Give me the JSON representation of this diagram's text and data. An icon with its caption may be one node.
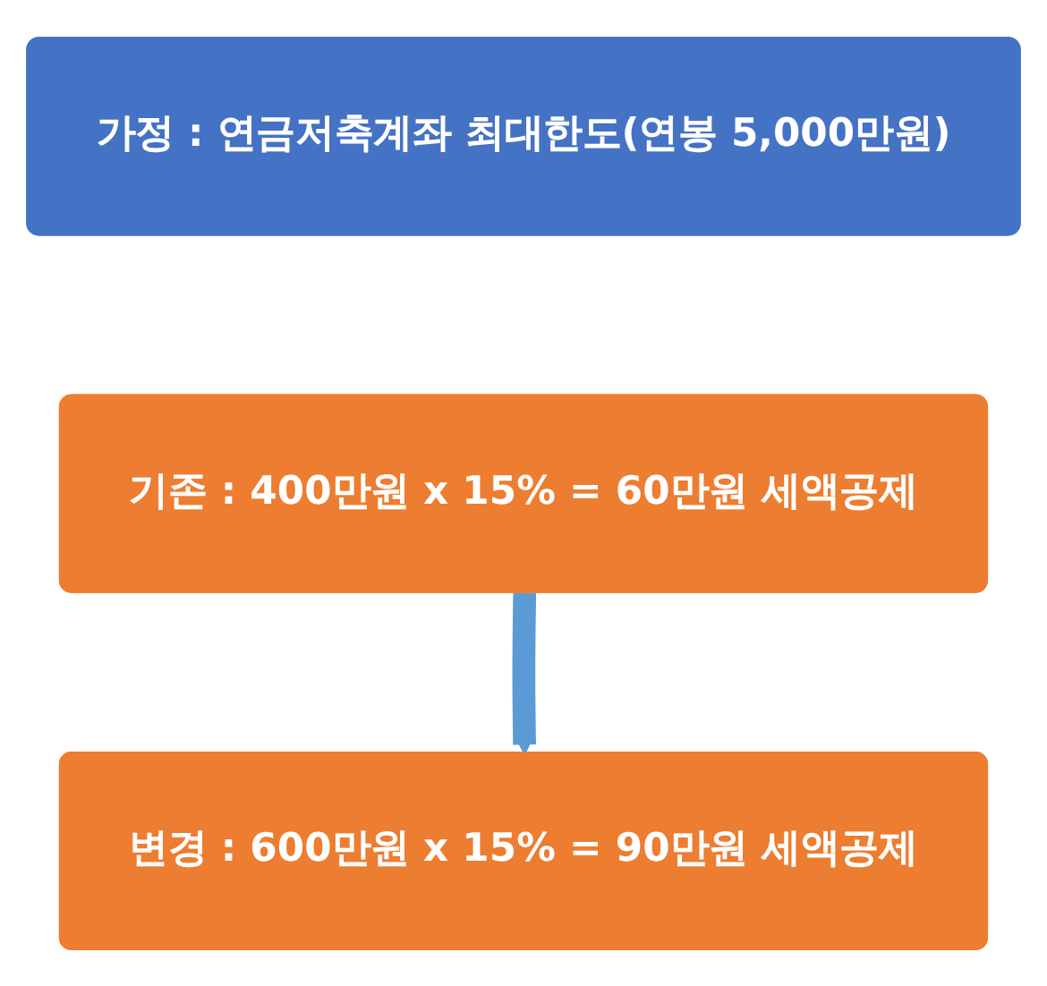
{
  "diagram": {
    "nodes": [
      {
        "text": [
          "가정 : 연금저축계좌 최대한도(연봉 5,000만원)"
        ]
      },
      {
        "text": [
          "기존 : 400만원 x 15% = 60만원 세액공제"
        ]
      },
      {
        "text": [
          "변경 : 600만원 x 15% = 90만원 세액공제"
        ]
      }
    ],
    "edges": [
      {
        "from": 1,
        "to": 2,
        "arrow": "to"
      }
    ]
  }
}
